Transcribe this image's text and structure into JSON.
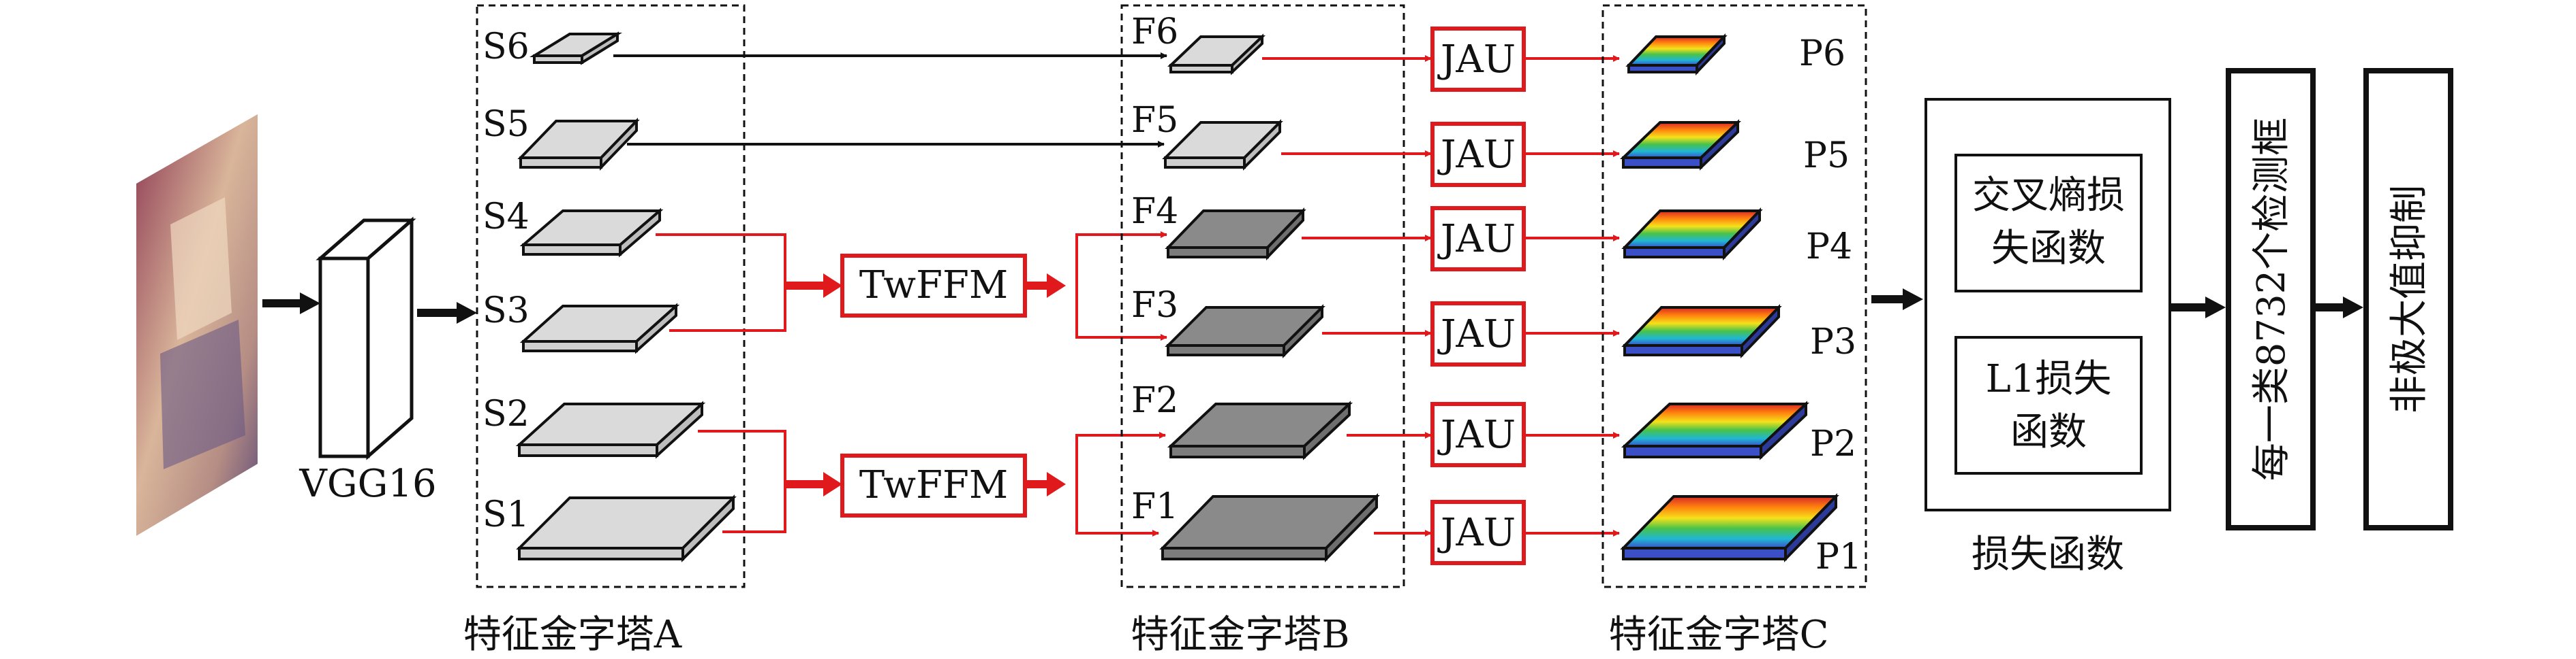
{
  "input": {
    "backbone": "VGG16"
  },
  "pyramid_a": {
    "caption": "特征金字塔A",
    "layers": [
      "S6",
      "S5",
      "S4",
      "S3",
      "S2",
      "S1"
    ]
  },
  "pyramid_b": {
    "caption": "特征金字塔B",
    "layers": [
      "F6",
      "F5",
      "F4",
      "F3",
      "F2",
      "F1"
    ]
  },
  "pyramid_c": {
    "caption": "特征金字塔C",
    "layers": [
      "P6",
      "P5",
      "P4",
      "P3",
      "P2",
      "P1"
    ]
  },
  "fusion_modules": [
    "TwFFM",
    "TwFFM"
  ],
  "attention_unit": "JAU",
  "loss": {
    "caption": "损失函数",
    "items": [
      {
        "line1": "交叉熵损",
        "line2": "失函数"
      },
      {
        "line1": "L1损失",
        "line2": "函数"
      }
    ]
  },
  "post_steps": [
    "每一类8732个检测框",
    "非极大值抑制"
  ],
  "colors": {
    "red": "#e0191c",
    "light_layer": "#dadada",
    "dark_layer": "#8a8a8a",
    "gradient": [
      "#d62728",
      "#ff7f0e",
      "#f5e11a",
      "#49c24a",
      "#1fb7d4",
      "#3b4fc7"
    ]
  }
}
